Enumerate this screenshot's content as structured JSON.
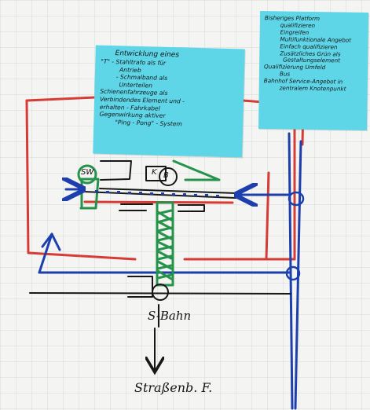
{
  "left_note": {
    "lines": [
      "Entwicklung eines",
      "\"T\" - Stahltrafo als für",
      "Antrieb",
      "- Schmalband als",
      "Unterteilen",
      "Schienenfahrzeuge als",
      "Verbindendes Element und -",
      "erhalten - Fahrkabel",
      "Gegenwirkung aktiver",
      "\"Ping - Pong\" - System"
    ]
  },
  "right_note": {
    "lines": [
      "Bisheriges Platform",
      "qualifizieren",
      "Eingreifen",
      "Multifunktionale Angebot",
      "Einfach qualifizieren",
      "Zusätzliches Grün als",
      "Gestaltungselement",
      "Qualifizierung Umfeld",
      "Bus",
      "Bahnhof Service-Angebot in",
      "zentralem Knotenpunkt"
    ]
  },
  "diagram": {
    "label_sw": "SW",
    "label_k": "K",
    "label_b": "B",
    "label_sbahn": "S-Bahn",
    "label_strassenbahn": "Straßenb. F."
  },
  "colors": {
    "note": "#5ed6e8",
    "red_line": "#d63b35",
    "blue_line": "#1d3fae",
    "green_line": "#26934b",
    "black_line": "#171717",
    "grid": "#cfd5d2"
  }
}
